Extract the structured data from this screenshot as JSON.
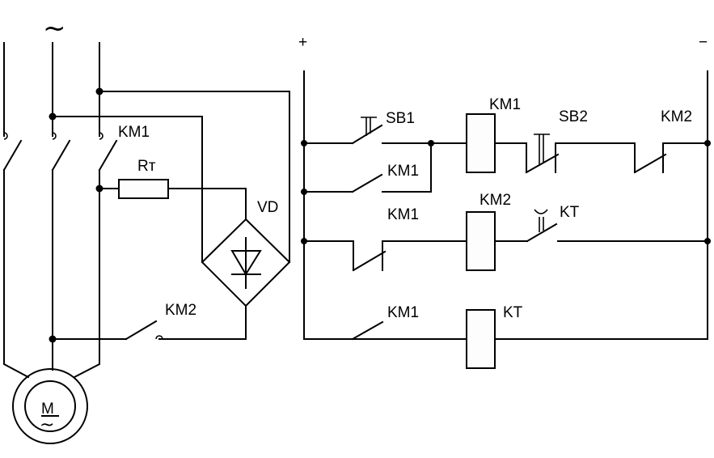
{
  "diagram": {
    "title": "Dynamic braking circuit of induction motor",
    "power_circuit": {
      "supply_symbol": "~",
      "main_contactor_label": "KM1",
      "resistor_label": "Rт",
      "rectifier_label": "VD",
      "brake_contactor_label": "KM2",
      "motor_letter": "M",
      "motor_type_symbol": "~"
    },
    "control_circuit": {
      "positive_label": "+",
      "negative_label": "−",
      "rungs": [
        {
          "elements": [
            {
              "type": "pushbutton-no",
              "label": "SB1"
            },
            {
              "type": "holding-contact-no",
              "label": "KM1"
            },
            {
              "type": "coil",
              "label": "KM1"
            },
            {
              "type": "pushbutton-nc",
              "label": "SB2"
            },
            {
              "type": "contact-nc",
              "label": "KM2"
            }
          ]
        },
        {
          "elements": [
            {
              "type": "contact-nc",
              "label": "KM1"
            },
            {
              "type": "coil",
              "label": "KM2"
            },
            {
              "type": "timer-contact-no",
              "label": "KT"
            }
          ]
        },
        {
          "elements": [
            {
              "type": "contact-no",
              "label": "KM1"
            },
            {
              "type": "coil",
              "label": "KT"
            }
          ]
        }
      ]
    }
  }
}
